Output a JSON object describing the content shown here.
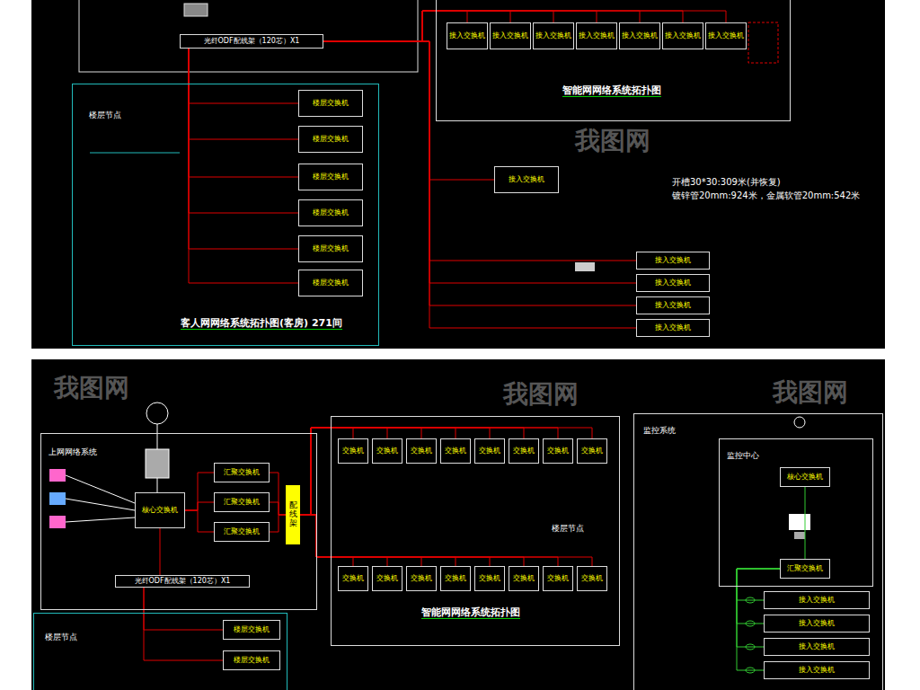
{
  "diagram": {
    "nodes": [
      {
        "text": [
          "光纤ODF配线架（120芯）X1"
        ]
      },
      {
        "text": [
          "楼层节点",
          "客人网网络系统拓扑图(客房) 271间"
        ]
      },
      {
        "text": [
          "楼层交换机"
        ],
        "in": 1
      },
      {
        "text": [
          "楼层交换机"
        ],
        "in": 1
      },
      {
        "text": [
          "楼层交换机"
        ],
        "in": 1
      },
      {
        "text": [
          "楼层交换机"
        ],
        "in": 1
      },
      {
        "text": [
          "楼层交换机"
        ],
        "in": 1
      },
      {
        "text": [
          "楼层交换机"
        ],
        "in": 1
      },
      {
        "text": [
          "智能网网络系统拓扑图"
        ]
      },
      {
        "text": [
          "接入交换机"
        ],
        "in": 8
      },
      {
        "text": [
          "接入交换机"
        ],
        "in": 8
      },
      {
        "text": [
          "接入交换机"
        ],
        "in": 8
      },
      {
        "text": [
          "接入交换机"
        ],
        "in": 8
      },
      {
        "text": [
          "接入交换机"
        ],
        "in": 8
      },
      {
        "text": [
          "接入交换机"
        ],
        "in": 8
      },
      {
        "text": [
          "接入交换机"
        ],
        "in": 8
      },
      {
        "text": [
          "接入交换机"
        ]
      },
      {
        "text": [
          "接入交换机"
        ]
      },
      {
        "text": [
          "接入交换机"
        ]
      },
      {
        "text": [
          "接入交换机"
        ]
      },
      {
        "text": [
          "接入交换机"
        ]
      },
      {
        "text": [
          "上网网络系统"
        ]
      },
      {
        "text": [
          "核心交换机"
        ],
        "in": 21
      },
      {
        "text": [
          "汇聚交换机"
        ],
        "in": 21
      },
      {
        "text": [
          "汇聚交换机"
        ],
        "in": 21
      },
      {
        "text": [
          "汇聚交换机"
        ],
        "in": 21
      },
      {
        "text": [
          "光纤ODF配线架（120芯）X1"
        ],
        "in": 21
      },
      {
        "text": [
          "配线架"
        ],
        "in": 21
      },
      {
        "text": [
          "楼层节点"
        ]
      },
      {
        "text": [
          "楼层交换机"
        ],
        "in": 28
      },
      {
        "text": [
          "楼层交换机"
        ],
        "in": 28
      },
      {
        "text": [
          "楼层节点",
          "智能网网络系统拓扑图"
        ]
      },
      {
        "text": [
          "交换机"
        ],
        "in": 31
      },
      {
        "text": [
          "交换机"
        ],
        "in": 31
      },
      {
        "text": [
          "交换机"
        ],
        "in": 31
      },
      {
        "text": [
          "交换机"
        ],
        "in": 31
      },
      {
        "text": [
          "交换机"
        ],
        "in": 31
      },
      {
        "text": [
          "交换机"
        ],
        "in": 31
      },
      {
        "text": [
          "交换机"
        ],
        "in": 31
      },
      {
        "text": [
          "交换机"
        ],
        "in": 31
      },
      {
        "text": [
          "交换机"
        ],
        "in": 31
      },
      {
        "text": [
          "交换机"
        ],
        "in": 31
      },
      {
        "text": [
          "交换机"
        ],
        "in": 31
      },
      {
        "text": [
          "交换机"
        ],
        "in": 31
      },
      {
        "text": [
          "交换机"
        ],
        "in": 31
      },
      {
        "text": [
          "交换机"
        ],
        "in": 31
      },
      {
        "text": [
          "交换机"
        ],
        "in": 31
      },
      {
        "text": [
          "交换机"
        ],
        "in": 31
      },
      {
        "text": [
          "监控系统"
        ]
      },
      {
        "text": [
          "监控中心"
        ],
        "in": 48
      },
      {
        "text": [
          "核心交换机"
        ],
        "in": 49
      },
      {
        "text": [
          "汇聚交换机"
        ],
        "in": 49
      },
      {
        "text": [
          "接入交换机"
        ],
        "in": 48
      },
      {
        "text": [
          "接入交换机"
        ],
        "in": 48
      },
      {
        "text": [
          "接入交换机"
        ],
        "in": 48
      },
      {
        "text": [
          "接入交换机"
        ],
        "in": 48
      }
    ],
    "edges": [
      {
        "from": 0,
        "to": 2,
        "arrow": "none"
      },
      {
        "from": 0,
        "to": 3,
        "arrow": "none"
      },
      {
        "from": 0,
        "to": 4,
        "arrow": "none"
      },
      {
        "from": 0,
        "to": 5,
        "arrow": "none"
      },
      {
        "from": 0,
        "to": 6,
        "arrow": "none"
      },
      {
        "from": 0,
        "to": 7,
        "arrow": "none"
      },
      {
        "from": 0,
        "to": 9,
        "arrow": "none"
      },
      {
        "from": 0,
        "to": 10,
        "arrow": "none"
      },
      {
        "from": 0,
        "to": 11,
        "arrow": "none"
      },
      {
        "from": 0,
        "to": 12,
        "arrow": "none"
      },
      {
        "from": 0,
        "to": 13,
        "arrow": "none"
      },
      {
        "from": 0,
        "to": 14,
        "arrow": "none"
      },
      {
        "from": 0,
        "to": 15,
        "arrow": "none"
      },
      {
        "from": 0,
        "to": 16,
        "arrow": "none"
      },
      {
        "from": 0,
        "to": 17,
        "arrow": "none"
      },
      {
        "from": 0,
        "to": 18,
        "arrow": "none"
      },
      {
        "from": 0,
        "to": 19,
        "arrow": "none"
      },
      {
        "from": 0,
        "to": 20,
        "arrow": "none"
      },
      {
        "from": 22,
        "to": 23,
        "arrow": "none"
      },
      {
        "from": 22,
        "to": 24,
        "arrow": "none"
      },
      {
        "from": 22,
        "to": 25,
        "arrow": "none"
      },
      {
        "from": 23,
        "to": 27,
        "arrow": "none"
      },
      {
        "from": 24,
        "to": 27,
        "arrow": "none"
      },
      {
        "from": 25,
        "to": 27,
        "arrow": "none"
      },
      {
        "from": 27,
        "to": 32,
        "arrow": "none"
      },
      {
        "from": 27,
        "to": 33,
        "arrow": "none"
      },
      {
        "from": 27,
        "to": 34,
        "arrow": "none"
      },
      {
        "from": 27,
        "to": 35,
        "arrow": "none"
      },
      {
        "from": 27,
        "to": 36,
        "arrow": "none"
      },
      {
        "from": 27,
        "to": 37,
        "arrow": "none"
      },
      {
        "from": 27,
        "to": 38,
        "arrow": "none"
      },
      {
        "from": 27,
        "to": 39,
        "arrow": "none"
      },
      {
        "from": 27,
        "to": 40,
        "arrow": "none"
      },
      {
        "from": 27,
        "to": 41,
        "arrow": "none"
      },
      {
        "from": 27,
        "to": 42,
        "arrow": "none"
      },
      {
        "from": 27,
        "to": 43,
        "arrow": "none"
      },
      {
        "from": 27,
        "to": 44,
        "arrow": "none"
      },
      {
        "from": 27,
        "to": 45,
        "arrow": "none"
      },
      {
        "from": 27,
        "to": 46,
        "arrow": "none"
      },
      {
        "from": 27,
        "to": 47,
        "arrow": "none"
      },
      {
        "from": 22,
        "to": 26,
        "arrow": "none"
      },
      {
        "from": 26,
        "to": 29,
        "arrow": "none"
      },
      {
        "from": 26,
        "to": 30,
        "arrow": "none"
      },
      {
        "from": 50,
        "to": 51,
        "arrow": "none"
      },
      {
        "from": 51,
        "to": 52,
        "arrow": "none"
      },
      {
        "from": 51,
        "to": 53,
        "arrow": "none"
      },
      {
        "from": 51,
        "to": 54,
        "arrow": "none"
      },
      {
        "from": 51,
        "to": 55,
        "arrow": "none"
      }
    ],
    "labels": [
      "开槽30*30:309米(并恢复)",
      "镀锌管20mm:924米，金属软管20mm:542米",
      "我图网",
      "我图网",
      "我图网",
      "我图网"
    ]
  }
}
